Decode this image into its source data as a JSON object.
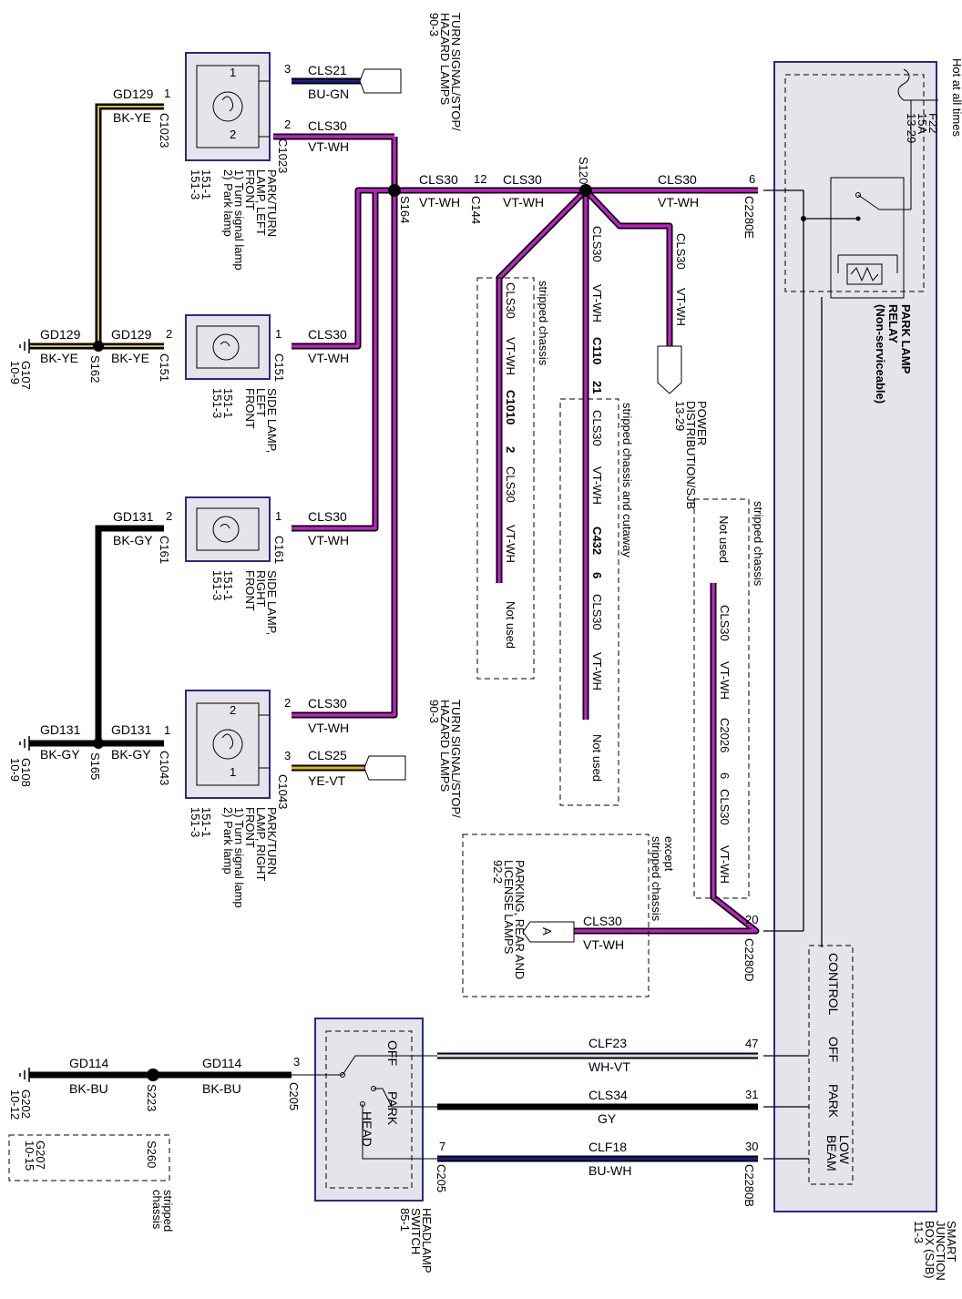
{
  "colors": {
    "vt_wh": "#c020c8",
    "bk_ye_stripe": "#d8c020",
    "bu": "#1a2090",
    "ye": "#d8b820",
    "box_fill": "#e4e4ea",
    "box_border": "#2a2a8a",
    "wire_black": "#000000"
  },
  "sjb": {
    "title": [
      "SMART",
      "JUNCTION",
      "BOX (SJB)",
      "11-3"
    ],
    "hot": "Hot at all times",
    "fuse": [
      "F22",
      "15A",
      "13-29"
    ],
    "relay": [
      "PARK LAMP",
      "RELAY",
      "(Non-serviceable)"
    ],
    "control": "CONTROL",
    "off": "OFF",
    "park": "PARK",
    "low_beam": [
      "LOW",
      "BEAM"
    ],
    "pin6": "6",
    "conn_e": "C2280E",
    "pin20": "20",
    "conn_d": "C2280D",
    "pin47": "47",
    "pin31": "31",
    "pin30": "30",
    "conn_b": "C2280B"
  },
  "lamps": {
    "lf_park": {
      "desc": [
        "PARK/TURN",
        "LAMP, LEFT",
        "FRONT",
        "1) Turn signal lamp",
        "2) Park lamp",
        "151-1",
        "151-3"
      ],
      "conn": "C1023"
    },
    "lf_side": {
      "desc": [
        "SIDE LAMP,",
        "LEFT",
        "FRONT",
        "151-1",
        "151-3"
      ],
      "conn": "C151"
    },
    "rf_side": {
      "desc": [
        "SIDE LAMP,",
        "RIGHT",
        "FRONT",
        "151-1",
        "151-3"
      ],
      "conn": "C161"
    },
    "rf_park": {
      "desc": [
        "PARK/TURN",
        "LAMP, RIGHT",
        "FRONT",
        "1) Turn signal lamp",
        "2) Park lamp",
        "151-1",
        "151-3"
      ],
      "conn": "C1043"
    }
  },
  "wires": {
    "cls21": "CLS21",
    "bu_gn": "BU-GN",
    "cls30": "CLS30",
    "vt_wh": "VT-WH",
    "cls25": "CLS25",
    "ye_vt": "YE-VT",
    "gd129": "GD129",
    "bk_ye": "BK-YE",
    "gd131": "GD131",
    "bk_gy": "BK-GY",
    "gd114": "GD114",
    "bk_bu": "BK-BU",
    "clf23": "CLF23",
    "wh_vt": "WH-VT",
    "cls34": "CLS34",
    "gy": "GY",
    "clf18": "CLF18",
    "bu_wh": "BU-WH"
  },
  "splices": {
    "s120": "S120",
    "s164": "S164",
    "s162": "S162",
    "s165": "S165",
    "s223": "S223",
    "s260": "S260"
  },
  "grounds": {
    "g107": [
      "G107",
      "10-9"
    ],
    "g108": [
      "G108",
      "10-9"
    ],
    "g202": [
      "G202",
      "10-12"
    ],
    "g207": [
      "G207",
      "10-15"
    ]
  },
  "refs": {
    "turn_top": [
      "TURN SIGNAL/STOP/",
      "HAZARD LAMPS",
      "90-3"
    ],
    "turn_bottom": [
      "TURN SIGNAL/STOP/",
      "HAZARD LAMPS",
      "90-3"
    ],
    "power": [
      "POWER",
      "DISTRIBUTION/SJB",
      "13-29"
    ],
    "parking": [
      "PARKING, REAR AND",
      "LICENSE LAMPS",
      "92-2"
    ],
    "headlamp": [
      "HEADLAMP",
      "SWITCH",
      "85-1"
    ],
    "connector_a": "A"
  },
  "conns": {
    "c144": "C144",
    "c151": "C151",
    "c161": "C161",
    "c205": "C205",
    "c110": "C110",
    "c110_pin": "21",
    "c1010": "C1010",
    "c1010_pin": "2",
    "c432": "C432",
    "c432_pin": "6",
    "c2026": "C2026",
    "c2026_pin": "6"
  },
  "notes": {
    "stripped": "stripped chassis",
    "stripped_cutaway": "stripped chassis and cutaway",
    "except_stripped": [
      "except",
      "stripped chassis"
    ],
    "not_used": "Not used",
    "stripped_two": [
      "stripped",
      "chassis"
    ]
  },
  "switch": {
    "off": "OFF",
    "park": "PARK",
    "head": "HEAD"
  },
  "pins": {
    "p1": "1",
    "p2": "2",
    "p3": "3",
    "p7": "7",
    "p12": "12"
  }
}
